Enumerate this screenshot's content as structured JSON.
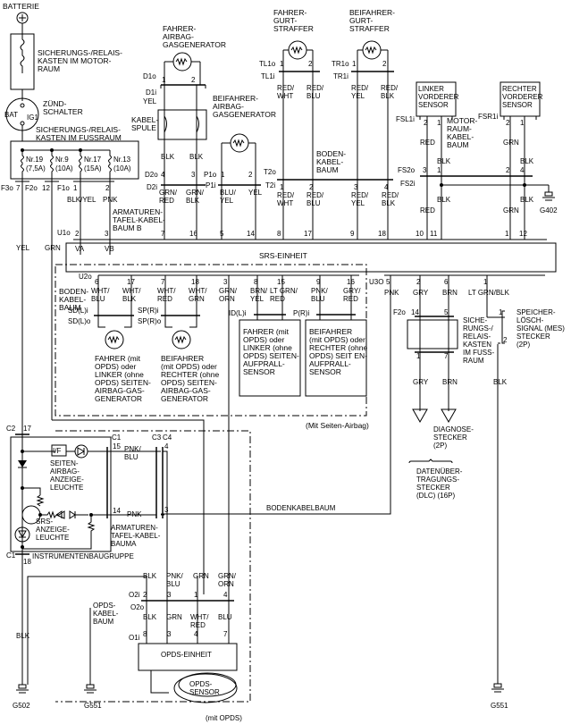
{
  "diagram": {
    "title": "SRS wiring diagram",
    "power": {
      "battery": "BATTERIE",
      "engine_fusebox": "SICHERUNGS-/RELAIS-|KASTEN IM MOTOR-|RAUM",
      "ignition_switch": "ZÜND-|SCHALTER",
      "ign_bat": "BAT",
      "ign_ig1": "IG1",
      "dash_fusebox": "SICHERUNGS-/RELAIS-|KASTEN IM FUSSRAUM",
      "fuses": [
        {
          "name": "Nr.19",
          "rating": "(7,5A)"
        },
        {
          "name": "Nr.9",
          "rating": "(10A)"
        },
        {
          "name": "Nr.17",
          "rating": "(15A)"
        },
        {
          "name": "Nr.13",
          "rating": "(10A)"
        }
      ],
      "fuse_pins": [
        "F3o",
        "7",
        "F2o",
        "12",
        "F1o",
        "1",
        "2"
      ]
    },
    "wires": {
      "yel": "YEL",
      "grn": "GRN",
      "blk_yel": "BLK/YEL",
      "pnk": "PNK",
      "blk": "BLK"
    },
    "driver_airbag": {
      "label": "FAHRER-|AIRBAG-|GASGENERATOR",
      "d1o": "D1o",
      "d1i": "D1i",
      "pin1": "1",
      "pin2": "2",
      "yel": "YEL",
      "cable_reel": "KABEL-|SPULE",
      "blk1": "BLK",
      "blk2": "BLK",
      "d2o": "D2o",
      "d2i": "D2i",
      "p4": "4",
      "p3": "3",
      "w1": "GRN/|RED",
      "w2": "GRN/|BLK"
    },
    "passenger_airbag": {
      "label": "BEIFAHRER-|AIRBAG-|GASGENERATOR",
      "p1o": "P1o",
      "p1i": "P1i",
      "pin1": "1",
      "pin2": "2",
      "w1": "BLU/|YEL",
      "w2": "YEL"
    },
    "driver_pretensioner": {
      "label": "FAHRER-|GURT-|STRAFFER",
      "tl1o": "TL1o",
      "tl1i": "TL1i",
      "pin1": "1",
      "pin2": "2",
      "w1": "RED/|WHT",
      "w2": "RED/|BLU"
    },
    "passenger_pretensioner": {
      "label": "BEIFAHRER-|GURT-|STRAFFER",
      "tr1o": "TR1o",
      "tr1i": "TR1i",
      "pin1": "1",
      "pin2": "2",
      "w1": "RED/|YEL",
      "w2": "RED/|BLK"
    },
    "floor_harness_top": {
      "label": "BODEN-|KABEL-|BAUM",
      "t2o": "T2o",
      "t2i": "T2i",
      "pins": [
        "1",
        "2",
        "3",
        "4"
      ],
      "wires": [
        "RED/|WHT",
        "RED/|BLU",
        "RED/|YEL",
        "RED/|BLK"
      ]
    },
    "dash_harness_b": "ARMATUREN-|TAFEL-KABEL-|BAUM B",
    "front_sensors": {
      "left": "LINKER|VORDERER|SENSOR",
      "right": "RECHTER|VORDERER|SENSOR",
      "fsl1i": "FSL1i",
      "fsr1i": "FSR1i",
      "engine_harness": "MOTOR-|RAUM-|KABEL-|BAUM",
      "fs2o": "FS2o",
      "fs2i": "FS2i",
      "left_pins": [
        "2",
        "1"
      ],
      "right_pins": [
        "2",
        "1"
      ],
      "fs2_pins": [
        "3",
        "1",
        "2",
        "4"
      ],
      "w_red": "RED",
      "w_blk": "BLK",
      "w_grn": "GRN",
      "ground": "G402"
    },
    "srs_unit": {
      "label": "SRS-EINHEIT",
      "u1o": "U1o",
      "va": "VA",
      "vb": "VB",
      "top_pins": [
        "2",
        "3",
        "7",
        "16",
        "5",
        "14",
        "8",
        "17",
        "9",
        "18",
        "10",
        "11",
        "1",
        "12"
      ],
      "u2o": "U2o",
      "u3o": "U3O",
      "bottom_pins": [
        "6",
        "17",
        "7",
        "18",
        "3",
        "8",
        "15",
        "9",
        "16"
      ],
      "u3_pins": [
        "5",
        "2",
        "6",
        "1"
      ]
    },
    "side_airbag": {
      "harness": "BODEN-|KABEL-|BAUM",
      "wires": [
        "WHT/|BLU",
        "WHT/|BLK",
        "WHT/|RED",
        "WHT/|GRN",
        "GRN/|ORN",
        "BRN/|YEL",
        "LT GRN/|RED",
        "PNK/|BLU",
        "GRY/|RED"
      ],
      "sdli": "SD(L)i",
      "sdlo": "SD(L)o",
      "spri": "SP(R)i",
      "spro": "SP(R)o",
      "idli": "ID(L)i",
      "pri": "P(R)i",
      "left_gen": "FAHRER (mit|OPDS) oder|LINKER (ohne|OPDS) SEITEN-|AIRBAG-GAS-|GENERATOR",
      "right_gen": "BEIFAHRER|(mit OPDS) oder|RECHTER (ohne|OPDS) SEITEN-|AIRBAG-GAS-|GENERATOR",
      "left_sensor": "FAHRER (mit|OPDS) oder|LINKER (ohne|OPDS) SEITEN-|AUFPRALL-|SENSOR",
      "right_sensor": "BEIFAHRER|(mit OPDS) oder|RECHTER (ohne|OPDS) SEIT EN-|AUFPRALL-|SENSOR",
      "note": "(Mit Seiten-Airbag)"
    },
    "dlc": {
      "w_pnk": "PNK",
      "w_gry": "GRY",
      "w_brn": "BRN",
      "w_ltgrn": "LT GRN/BLK",
      "w_blk": "BLK",
      "f2o": "F2o",
      "p14": "14",
      "p5": "5",
      "p1": "1",
      "p7": "7",
      "fusebox": "SICHE-|RUNGS-/|RELAIS-|KASTEN|IM FUSS-|RAUM",
      "mes": "SPEICHER-|LÖSCH-|SIGNAL (MES)|STECKER|(2P)",
      "mes_p1": "1",
      "mes_p2": "2",
      "diag": "DIAGNOSE-|STECKER|(2P)",
      "dlc": "DATENÜBER-|TRAGUNGS-|STECKER|(DLC) (16P)",
      "ground": "G551"
    },
    "gauge": {
      "c2": "C2",
      "p17": "17",
      "c1": "C1",
      "p18": "18",
      "if": "I/F",
      "side_light": "SEITEN-|AIRBAG-|ANZEIGE-|LEUCHTE",
      "srs_light": "SRS-|ANZEIGE-|LEUCHTE",
      "cluster": "INSTRUMENTENBAUGRUPPE",
      "c1b": "C1",
      "p15": "15",
      "p14": "14",
      "c3": "C3",
      "c4": "C4",
      "p4": "4",
      "p3": "3",
      "w_pnkblu": "PNK/|BLU",
      "w_pnk": "PNK",
      "dash_harness_a": "ARMATUREN-|TAFEL-KABEL-|BAUMA",
      "floor_harness": "BODENKABELBAUM",
      "w_blk": "BLK",
      "ground": "G502"
    },
    "opds": {
      "w_top": [
        "BLK",
        "PNK/|BLU",
        "GRN",
        "GRN/|ORN"
      ],
      "o2i": "O2i",
      "o2o": "O2o",
      "o1i": "O1i",
      "o2_pins": [
        "2",
        "3",
        "1",
        "4"
      ],
      "w_bot": [
        "BLK",
        "GRN",
        "WHT/|RED",
        "BLU"
      ],
      "o1_pins": [
        "8",
        "3",
        "4",
        "7"
      ],
      "harness": "OPDS-|KABEL-|BAUM",
      "unit": "OPDS-EINHEIT",
      "sensor": "OPDS-|SENSOR",
      "ground": "G551",
      "note": "(mit OPDS)"
    }
  }
}
